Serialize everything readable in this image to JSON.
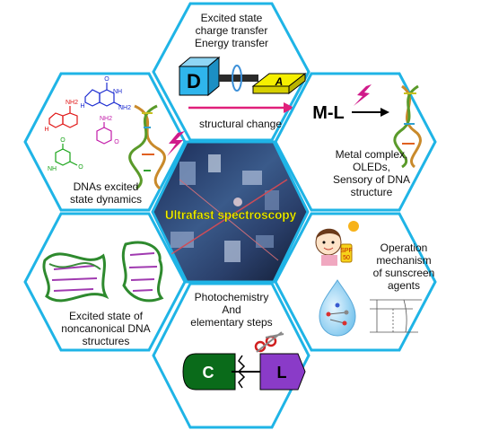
{
  "hexagons": {
    "top": {
      "lines": [
        "Excited state",
        "charge transfer",
        "Energy transfer"
      ],
      "donor": "D",
      "acceptor": "A",
      "arrow_text": "structural change"
    },
    "upper_right": {
      "tag": "M-L",
      "lines": [
        "Metal complex,",
        "OLEDs,",
        "Sensory of DNA",
        "structure"
      ]
    },
    "upper_left": {
      "lines": [
        "DNAs excited",
        "state dynamics"
      ]
    },
    "center": {
      "title": "Ultrafast spectroscopy"
    },
    "lower_left": {
      "lines": [
        "Excited state of",
        "noncanonical DNA",
        "structures"
      ]
    },
    "lower_right": {
      "lines": [
        "Operation",
        "mechanism",
        "of sunscreen",
        "agents"
      ],
      "spf": "SPF",
      "spf_value": "50"
    },
    "bottom": {
      "lines": [
        "Photochemistry",
        "And",
        "elementary steps"
      ],
      "c_label": "C",
      "l_label": "L"
    }
  },
  "chem_labels": {
    "nh2": "NH2",
    "nh": "NH",
    "n": "N",
    "o": "O",
    "h": "H"
  },
  "colors": {
    "hex_border": "#1fb4e6",
    "center_title": "#f2f200",
    "donor_box": "#2fb5ec",
    "acceptor_box": "#f5ef00",
    "arrow_pink": "#e0207a",
    "c_green": "#0a6b1a",
    "l_purple": "#8a3bc8"
  }
}
